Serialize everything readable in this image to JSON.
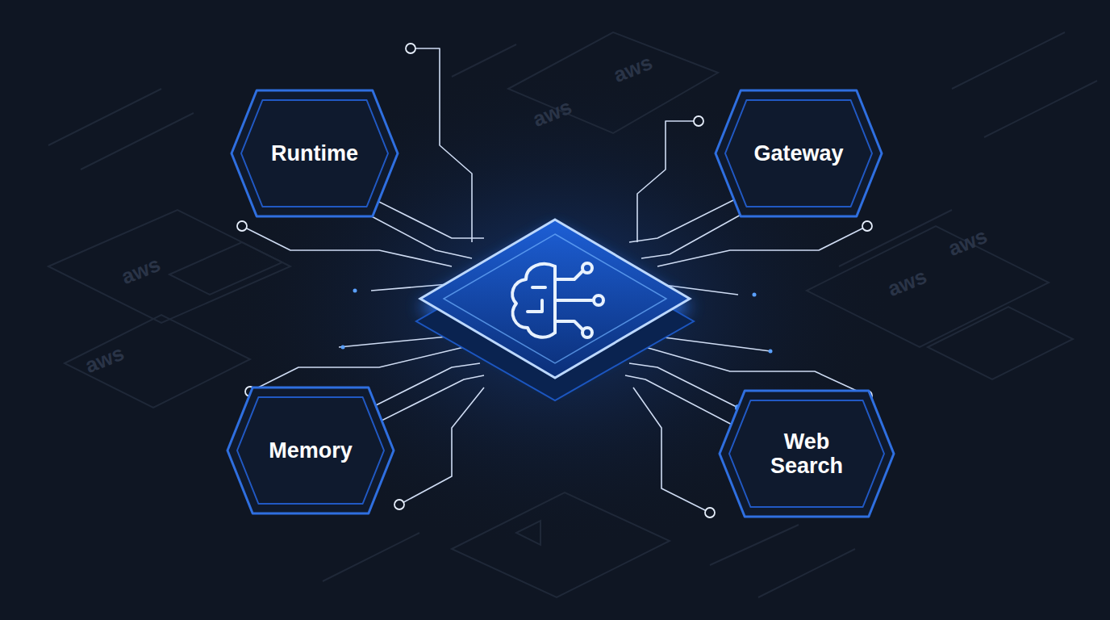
{
  "diagram": {
    "nodes": [
      {
        "text": [
          "Runtime"
        ]
      },
      {
        "text": [
          "Gateway"
        ]
      },
      {
        "text": [
          "Memory"
        ]
      },
      {
        "text": [
          "Web Search"
        ]
      }
    ],
    "labels": [
      "aws",
      "aws",
      "aws",
      "aws",
      "aws",
      "aws"
    ]
  }
}
